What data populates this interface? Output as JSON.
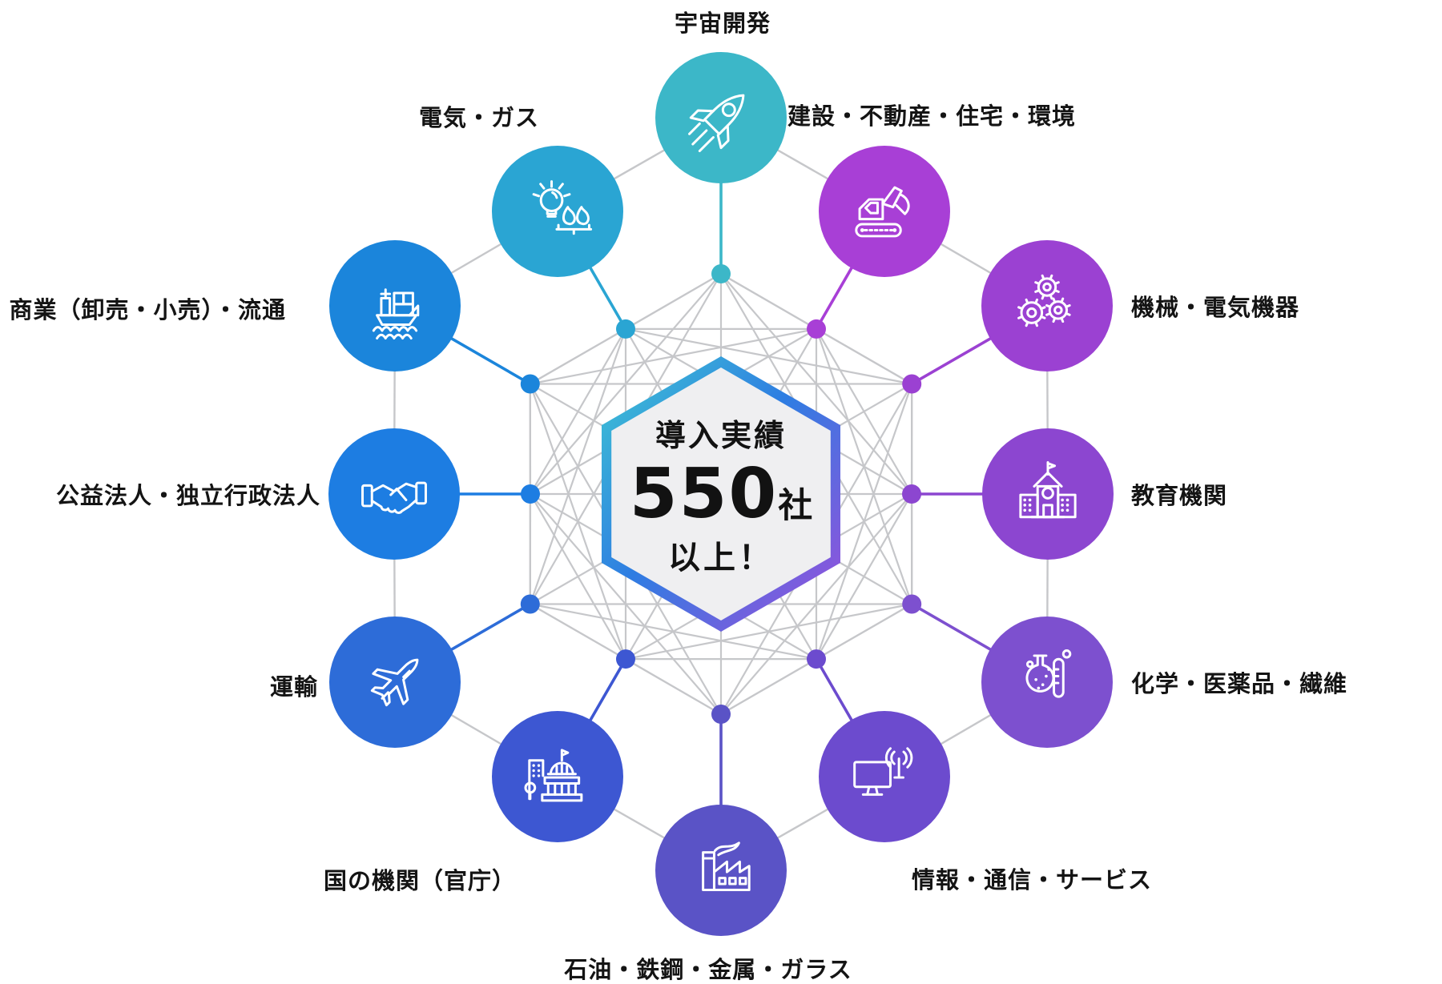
{
  "center_badge": {
    "line1": "導入実績",
    "number": "550",
    "unit": "社",
    "line2": "以上！",
    "fill": "#efeff1",
    "gradient": [
      "#3fc8d3",
      "#2e7de2",
      "#a04ddb"
    ]
  },
  "styles": {
    "line_gray": "#c6c7ca",
    "label_color": "#141414",
    "background": "#ffffff"
  },
  "nodes": [
    {
      "id": "space",
      "label": "宇宙開発",
      "icon": "rocket-icon",
      "color": "#3cb7c8",
      "angle": 90,
      "ring": "vertex"
    },
    {
      "id": "construction",
      "label": "建設・不動産・住宅・環境",
      "icon": "excavator-icon",
      "color": "#a83fd6",
      "angle": 60,
      "ring": "mid"
    },
    {
      "id": "machinery",
      "label": "機械・電気機器",
      "icon": "gears-icon",
      "color": "#9b41d2",
      "angle": 30,
      "ring": "vertex"
    },
    {
      "id": "education",
      "label": "教育機関",
      "icon": "school-icon",
      "color": "#8c46d0",
      "angle": 0,
      "ring": "mid"
    },
    {
      "id": "chemistry",
      "label": "化学・医薬品・繊維",
      "icon": "flask-icon",
      "color": "#7d50cf",
      "angle": -30,
      "ring": "vertex"
    },
    {
      "id": "information",
      "label": "情報・通信・サービス",
      "icon": "monitor-antenna-icon",
      "color": "#6c4bce",
      "angle": -60,
      "ring": "mid"
    },
    {
      "id": "materials",
      "label": "石油・鉄鋼・金属・ガラス",
      "icon": "factory-icon",
      "color": "#5a53c6",
      "angle": -90,
      "ring": "vertex"
    },
    {
      "id": "government",
      "label": "国の機関（官庁）",
      "icon": "government-building-icon",
      "color": "#3d57d2",
      "angle": -120,
      "ring": "mid"
    },
    {
      "id": "transport",
      "label": "運輸",
      "icon": "airplane-icon",
      "color": "#2d6cd8",
      "angle": -150,
      "ring": "vertex"
    },
    {
      "id": "public-corp",
      "label": "公益法人・独立行政法人",
      "icon": "handshake-icon",
      "color": "#1d7de2",
      "angle": 180,
      "ring": "mid"
    },
    {
      "id": "commerce",
      "label": "商業（卸売・小売）・流通",
      "icon": "ship-icon",
      "color": "#1b85db",
      "angle": 150,
      "ring": "vertex"
    },
    {
      "id": "energy",
      "label": "電気・ガス",
      "icon": "lightbulb-gas-icon",
      "color": "#2aa5d3",
      "angle": 120,
      "ring": "mid"
    }
  ]
}
